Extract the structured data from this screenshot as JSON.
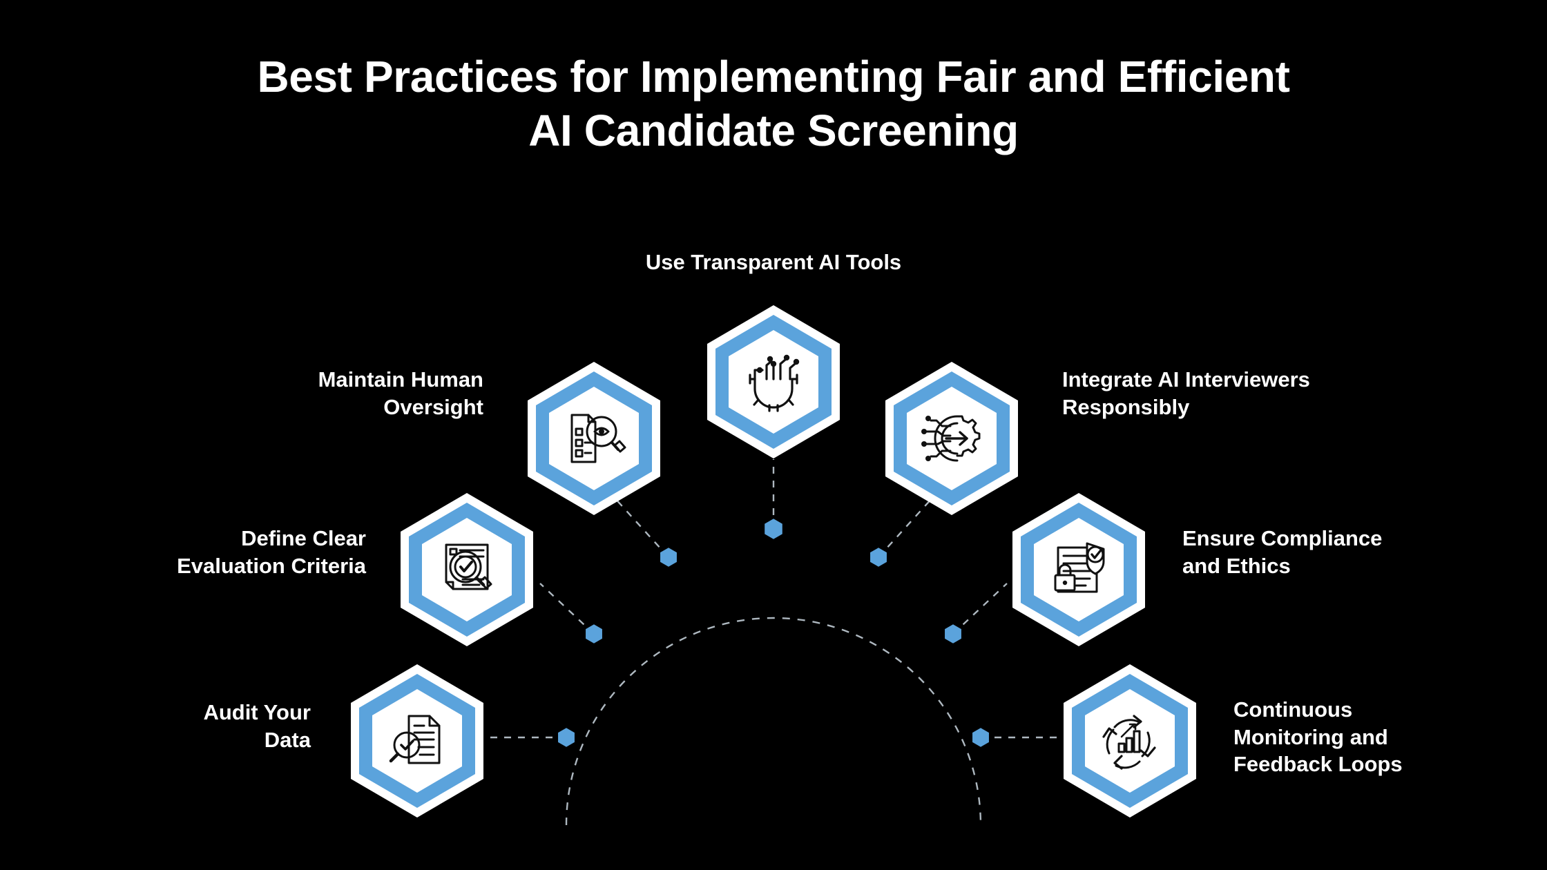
{
  "theme": {
    "background": "#000000",
    "accent_blue": "#5BA3DC",
    "hex_outer_ring": "#ffffff",
    "hex_inner_fill": "#ffffff",
    "icon_stroke": "#111111",
    "text_color": "#ffffff",
    "connector_color": "#b9c3ca"
  },
  "header": {
    "title_line_1": "Best Practices for Implementing Fair and Efficient",
    "title_line_2": "AI Candidate Screening"
  },
  "diagram": {
    "type": "arc-hexagon-infographic",
    "node_count": 7,
    "nodes": [
      {
        "id": "use-transparent-ai-tools",
        "label": "Use Transparent AI Tools",
        "label_lines": [
          "Use Transparent AI Tools"
        ],
        "icon": "ai-gear-circuit-icon",
        "position": "top-center",
        "label_side": "above"
      },
      {
        "id": "maintain-human-oversight",
        "label": "Maintain Human Oversight",
        "label_lines": [
          "Maintain Human",
          "Oversight"
        ],
        "icon": "checklist-eye-magnifier-icon",
        "position": "upper-left",
        "label_side": "left"
      },
      {
        "id": "define-clear-evaluation-criteria",
        "label": "Define Clear Evaluation Criteria",
        "label_lines": [
          "Define Clear",
          "Evaluation Criteria"
        ],
        "icon": "document-check-magnifier-icon",
        "position": "mid-left",
        "label_side": "left"
      },
      {
        "id": "audit-your-data",
        "label": "Audit Your Data",
        "label_lines": [
          "Audit Your",
          "Data"
        ],
        "icon": "document-audit-magnifier-icon",
        "position": "lower-left",
        "label_side": "left"
      },
      {
        "id": "integrate-ai-interviewers-responsibly",
        "label": "Integrate AI Interviewers Responsibly",
        "label_lines": [
          "Integrate AI Interviewers",
          "Responsibly"
        ],
        "icon": "gear-circuit-arrow-icon",
        "position": "upper-right",
        "label_side": "right"
      },
      {
        "id": "ensure-compliance-and-ethics",
        "label": "Ensure Compliance and Ethics",
        "label_lines": [
          "Ensure Compliance",
          "and Ethics"
        ],
        "icon": "document-shield-lock-icon",
        "position": "mid-right",
        "label_side": "right"
      },
      {
        "id": "continuous-monitoring-and-feedback-loops",
        "label": "Continuous Monitoring and Feedback Loops",
        "label_lines": [
          "Continuous",
          "Monitoring and",
          "Feedback Loops"
        ],
        "icon": "cycle-bar-chart-icon",
        "position": "lower-right",
        "label_side": "right"
      }
    ]
  }
}
